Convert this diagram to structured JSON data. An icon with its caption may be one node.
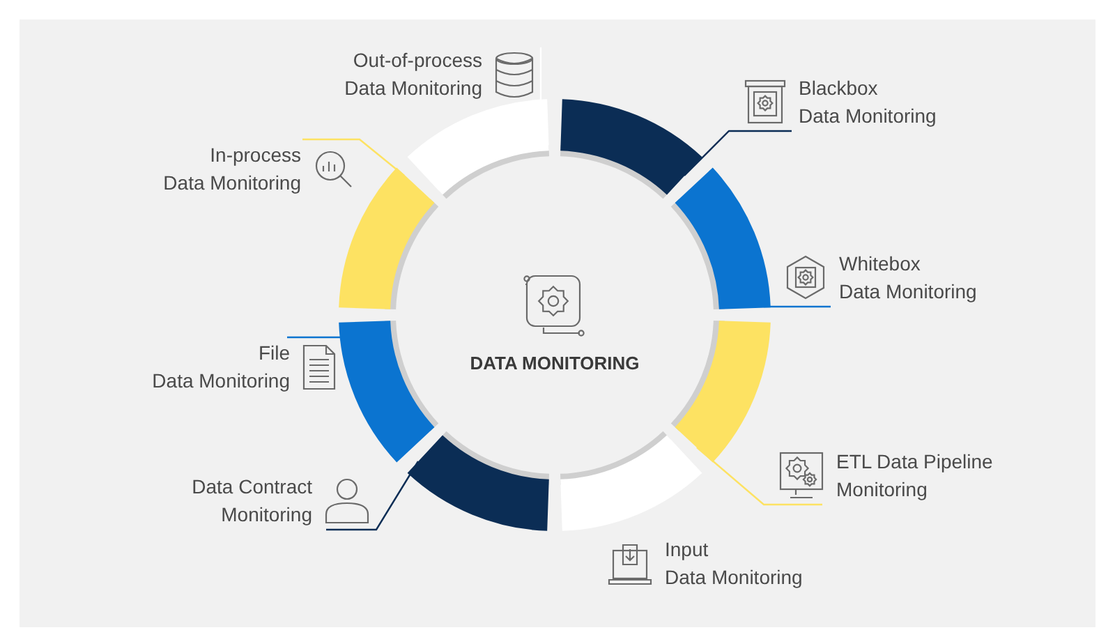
{
  "diagram": {
    "nodes": [
      {
        "text": [
          "DATA MONITORING"
        ]
      },
      {
        "text": [
          "Blackbox Data Monitoring"
        ]
      },
      {
        "text": [
          "Whitebox Data Monitoring"
        ]
      },
      {
        "text": [
          "ETL Data Pipeline Monitoring"
        ]
      },
      {
        "text": [
          "Input Data Monitoring"
        ]
      },
      {
        "text": [
          "Data Contract Monitoring"
        ]
      },
      {
        "text": [
          "File Data Monitoring"
        ]
      },
      {
        "text": [
          "In-process Data Monitoring"
        ]
      },
      {
        "text": [
          "Out-of-process Data Monitoring"
        ]
      },
      {
        "text": [],
        "shape": "arc"
      },
      {
        "text": [],
        "shape": "arc"
      },
      {
        "text": [],
        "shape": "arc"
      },
      {
        "text": [],
        "shape": "arc"
      },
      {
        "text": [],
        "shape": "arc"
      },
      {
        "text": [],
        "shape": "arc"
      },
      {
        "text": [],
        "shape": "arc"
      },
      {
        "text": [],
        "shape": "arc"
      }
    ],
    "edges": [
      {
        "from": 1,
        "to": 9,
        "arrow": "none",
        "color": "#0b2d55"
      },
      {
        "from": 2,
        "to": 10,
        "arrow": "none",
        "color": "#0b74d0"
      },
      {
        "from": 3,
        "to": 11,
        "arrow": "none",
        "color": "#fde262"
      },
      {
        "from": 5,
        "to": 13,
        "arrow": "none",
        "color": "#0b2d55"
      },
      {
        "from": 6,
        "to": 14,
        "arrow": "none",
        "color": "#0b74d0"
      },
      {
        "from": 7,
        "to": 15,
        "arrow": "none",
        "color": "#fde262"
      },
      {
        "from": 8,
        "to": 16,
        "arrow": "none",
        "color": "#ffffff"
      }
    ]
  }
}
